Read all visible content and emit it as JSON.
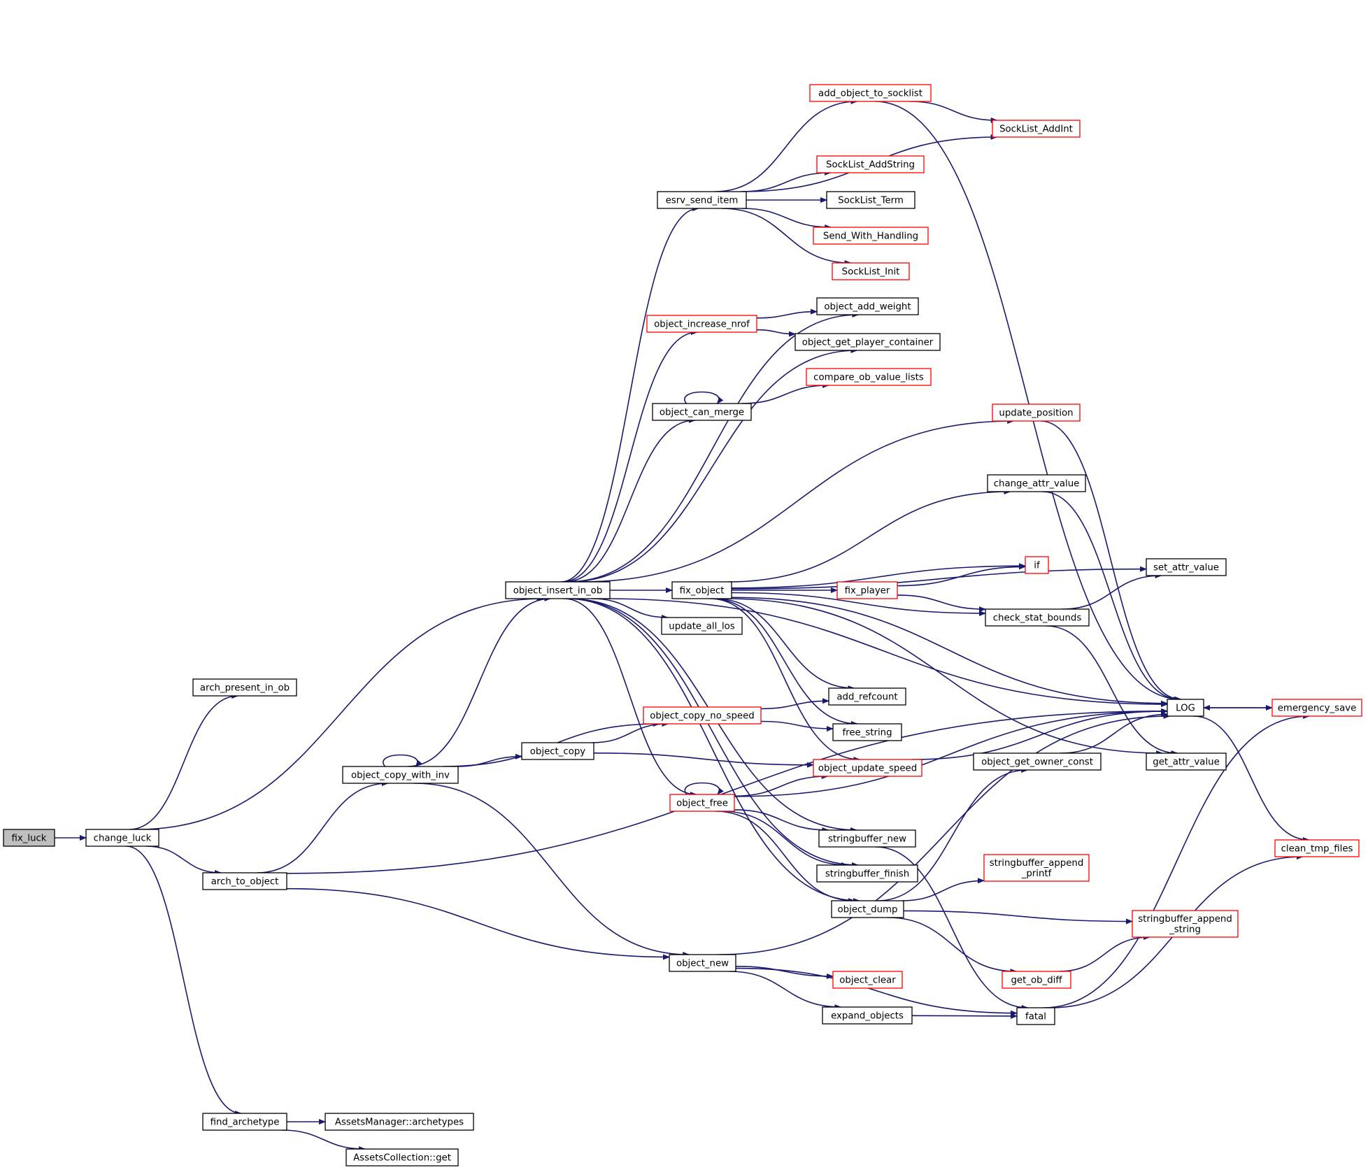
{
  "colors": {
    "edge": "#191970",
    "incomplete_border": "#ff0000",
    "normal_border": "#000000",
    "current_fill": "#bfbfbf"
  },
  "nodes": [
    {
      "id": "fix_luck",
      "lines": [
        "fix_luck"
      ],
      "current": true
    },
    {
      "id": "change_luck",
      "lines": [
        "change_luck"
      ]
    },
    {
      "id": "arch_present_in_ob",
      "lines": [
        "arch_present_in_ob"
      ]
    },
    {
      "id": "arch_to_object",
      "lines": [
        "arch_to_object"
      ]
    },
    {
      "id": "find_archetype",
      "lines": [
        "find_archetype"
      ]
    },
    {
      "id": "object_insert_in_ob",
      "lines": [
        "object_insert_in_ob"
      ]
    },
    {
      "id": "object_copy_with_inv",
      "lines": [
        "object_copy_with_inv"
      ]
    },
    {
      "id": "object_copy",
      "lines": [
        "object_copy"
      ]
    },
    {
      "id": "AssetsManager_archetypes",
      "lines": [
        "AssetsManager::archetypes"
      ]
    },
    {
      "id": "AssetsCollection_get",
      "lines": [
        "AssetsCollection::get"
      ]
    },
    {
      "id": "esrv_send_item",
      "lines": [
        "esrv_send_item"
      ]
    },
    {
      "id": "object_increase_nrof",
      "lines": [
        "object_increase_nrof"
      ],
      "red": true
    },
    {
      "id": "object_can_merge",
      "lines": [
        "object_can_merge"
      ]
    },
    {
      "id": "fix_object",
      "lines": [
        "fix_object"
      ]
    },
    {
      "id": "update_all_los",
      "lines": [
        "update_all_los"
      ]
    },
    {
      "id": "object_copy_no_speed",
      "lines": [
        "object_copy_no_speed"
      ],
      "red": true
    },
    {
      "id": "object_free",
      "lines": [
        "object_free"
      ],
      "red": true
    },
    {
      "id": "object_new",
      "lines": [
        "object_new"
      ]
    },
    {
      "id": "add_object_to_socklist",
      "lines": [
        "add_object_to_socklist"
      ],
      "red": true
    },
    {
      "id": "SockList_AddString",
      "lines": [
        "SockList_AddString"
      ],
      "red": true
    },
    {
      "id": "SockList_Term",
      "lines": [
        "SockList_Term"
      ]
    },
    {
      "id": "Send_With_Handling",
      "lines": [
        "Send_With_Handling"
      ],
      "red": true
    },
    {
      "id": "SockList_Init",
      "lines": [
        "SockList_Init"
      ],
      "red": true
    },
    {
      "id": "object_add_weight",
      "lines": [
        "object_add_weight"
      ]
    },
    {
      "id": "object_get_player_container",
      "lines": [
        "object_get_player_container"
      ]
    },
    {
      "id": "compare_ob_value_lists",
      "lines": [
        "compare_ob_value_lists"
      ],
      "red": true
    },
    {
      "id": "fix_player",
      "lines": [
        "fix_player"
      ],
      "red": true
    },
    {
      "id": "add_refcount",
      "lines": [
        "add_refcount"
      ]
    },
    {
      "id": "free_string",
      "lines": [
        "free_string"
      ]
    },
    {
      "id": "object_update_speed",
      "lines": [
        "object_update_speed"
      ],
      "red": true
    },
    {
      "id": "stringbuffer_new",
      "lines": [
        "stringbuffer_new"
      ]
    },
    {
      "id": "stringbuffer_finish",
      "lines": [
        "stringbuffer_finish"
      ]
    },
    {
      "id": "object_dump",
      "lines": [
        "object_dump"
      ]
    },
    {
      "id": "object_clear",
      "lines": [
        "object_clear"
      ],
      "red": true
    },
    {
      "id": "expand_objects",
      "lines": [
        "expand_objects"
      ]
    },
    {
      "id": "SockList_AddInt",
      "lines": [
        "SockList_AddInt"
      ],
      "red": true
    },
    {
      "id": "update_position",
      "lines": [
        "update_position"
      ],
      "red": true
    },
    {
      "id": "change_attr_value",
      "lines": [
        "change_attr_value"
      ]
    },
    {
      "id": "if",
      "lines": [
        "if"
      ],
      "red": true
    },
    {
      "id": "check_stat_bounds",
      "lines": [
        "check_stat_bounds"
      ]
    },
    {
      "id": "object_get_owner_const",
      "lines": [
        "object_get_owner_const"
      ]
    },
    {
      "id": "stringbuffer_append_printf",
      "lines": [
        "stringbuffer_append",
        "_printf"
      ],
      "red": true
    },
    {
      "id": "stringbuffer_append_string",
      "lines": [
        "stringbuffer_append",
        "_string"
      ],
      "red": true
    },
    {
      "id": "get_ob_diff",
      "lines": [
        "get_ob_diff"
      ],
      "red": true
    },
    {
      "id": "fatal",
      "lines": [
        "fatal"
      ]
    },
    {
      "id": "set_attr_value",
      "lines": [
        "set_attr_value"
      ]
    },
    {
      "id": "LOG",
      "lines": [
        "LOG"
      ]
    },
    {
      "id": "get_attr_value",
      "lines": [
        "get_attr_value"
      ]
    },
    {
      "id": "emergency_save",
      "lines": [
        "emergency_save"
      ],
      "red": true
    },
    {
      "id": "clean_tmp_files",
      "lines": [
        "clean_tmp_files"
      ],
      "red": true
    }
  ],
  "edges": [
    [
      "fix_luck",
      "change_luck"
    ],
    [
      "change_luck",
      "arch_present_in_ob"
    ],
    [
      "change_luck",
      "object_insert_in_ob"
    ],
    [
      "change_luck",
      "arch_to_object"
    ],
    [
      "change_luck",
      "find_archetype"
    ],
    [
      "arch_to_object",
      "object_copy_with_inv"
    ],
    [
      "arch_to_object",
      "object_new"
    ],
    [
      "arch_to_object",
      "LOG"
    ],
    [
      "find_archetype",
      "AssetsManager_archetypes"
    ],
    [
      "find_archetype",
      "AssetsCollection_get"
    ],
    [
      "object_copy_with_inv",
      "object_copy_with_inv"
    ],
    [
      "object_copy_with_inv",
      "object_insert_in_ob"
    ],
    [
      "object_copy_with_inv",
      "object_copy"
    ],
    [
      "object_copy_with_inv",
      "object_copy_no_speed"
    ],
    [
      "object_copy_with_inv",
      "object_new"
    ],
    [
      "object_copy",
      "object_copy_no_speed"
    ],
    [
      "object_copy",
      "object_update_speed"
    ],
    [
      "object_insert_in_ob",
      "esrv_send_item"
    ],
    [
      "object_insert_in_ob",
      "object_add_weight"
    ],
    [
      "object_insert_in_ob",
      "object_increase_nrof"
    ],
    [
      "object_insert_in_ob",
      "object_get_player_container"
    ],
    [
      "object_insert_in_ob",
      "object_can_merge"
    ],
    [
      "object_insert_in_ob",
      "update_position"
    ],
    [
      "object_insert_in_ob",
      "fix_object"
    ],
    [
      "object_insert_in_ob",
      "update_all_los"
    ],
    [
      "object_insert_in_ob",
      "object_free"
    ],
    [
      "object_insert_in_ob",
      "stringbuffer_new"
    ],
    [
      "object_insert_in_ob",
      "stringbuffer_finish"
    ],
    [
      "object_insert_in_ob",
      "object_dump"
    ],
    [
      "object_insert_in_ob",
      "LOG"
    ],
    [
      "esrv_send_item",
      "add_object_to_socklist"
    ],
    [
      "esrv_send_item",
      "SockList_AddInt"
    ],
    [
      "esrv_send_item",
      "SockList_AddString"
    ],
    [
      "esrv_send_item",
      "SockList_Term"
    ],
    [
      "esrv_send_item",
      "Send_With_Handling"
    ],
    [
      "esrv_send_item",
      "SockList_Init"
    ],
    [
      "add_object_to_socklist",
      "SockList_AddInt"
    ],
    [
      "add_object_to_socklist",
      "LOG"
    ],
    [
      "object_increase_nrof",
      "object_add_weight"
    ],
    [
      "object_increase_nrof",
      "object_get_player_container"
    ],
    [
      "object_can_merge",
      "object_can_merge"
    ],
    [
      "object_can_merge",
      "compare_ob_value_lists"
    ],
    [
      "update_position",
      "LOG"
    ],
    [
      "fix_object",
      "LOG"
    ],
    [
      "fix_object",
      "change_attr_value"
    ],
    [
      "fix_object",
      "set_attr_value"
    ],
    [
      "fix_object",
      "if"
    ],
    [
      "fix_object",
      "fix_player"
    ],
    [
      "fix_object",
      "check_stat_bounds"
    ],
    [
      "fix_object",
      "add_refcount"
    ],
    [
      "fix_object",
      "free_string"
    ],
    [
      "fix_object",
      "object_update_speed"
    ],
    [
      "fix_object",
      "get_attr_value"
    ],
    [
      "fix_player",
      "if"
    ],
    [
      "fix_player",
      "check_stat_bounds"
    ],
    [
      "change_attr_value",
      "LOG"
    ],
    [
      "check_stat_bounds",
      "set_attr_value"
    ],
    [
      "check_stat_bounds",
      "get_attr_value"
    ],
    [
      "object_copy_no_speed",
      "add_refcount"
    ],
    [
      "object_copy_no_speed",
      "free_string"
    ],
    [
      "object_update_speed",
      "LOG"
    ],
    [
      "object_free",
      "object_free"
    ],
    [
      "object_free",
      "object_update_speed"
    ],
    [
      "object_free",
      "LOG"
    ],
    [
      "object_free",
      "stringbuffer_new"
    ],
    [
      "object_free",
      "stringbuffer_finish"
    ],
    [
      "object_free",
      "object_dump"
    ],
    [
      "object_get_owner_const",
      "LOG"
    ],
    [
      "stringbuffer_new",
      "fatal"
    ],
    [
      "object_dump",
      "object_get_owner_const"
    ],
    [
      "object_dump",
      "stringbuffer_append_printf"
    ],
    [
      "object_dump",
      "stringbuffer_append_string"
    ],
    [
      "object_dump",
      "get_ob_diff"
    ],
    [
      "get_ob_diff",
      "stringbuffer_append_string"
    ],
    [
      "object_new",
      "LOG"
    ],
    [
      "object_new",
      "object_clear"
    ],
    [
      "object_new",
      "expand_objects"
    ],
    [
      "object_new",
      "fatal"
    ],
    [
      "expand_objects",
      "fatal"
    ],
    [
      "fatal",
      "emergency_save"
    ],
    [
      "fatal",
      "clean_tmp_files"
    ],
    [
      "LOG",
      "emergency_save"
    ],
    [
      "LOG",
      "clean_tmp_files"
    ],
    [
      "emergency_save",
      "LOG"
    ]
  ]
}
